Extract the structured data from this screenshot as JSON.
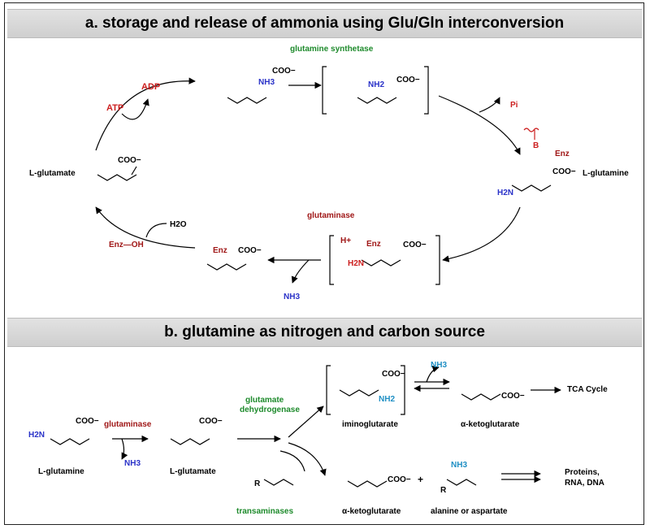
{
  "panel_a": {
    "title": "a. storage and release of ammonia using Glu/Gln interconversion",
    "enzyme_top": "glutamine synthetase",
    "enzyme_bottom": "glutaminase",
    "atp": "ATP",
    "adp": "ADP",
    "pi": "Pi",
    "l_glutamate": "L-glutamate",
    "l_glutamine": "L-glutamine",
    "nh3": "NH3",
    "h2o": "H2O",
    "enz_oh": "Enz—OH",
    "enz": "Enz",
    "base": "B",
    "h_plus": "H+",
    "coo": "COO−",
    "nh3_plus": "NH3",
    "h2n": "H2N",
    "nh2": "NH2"
  },
  "panel_b": {
    "title": "b. glutamine as nitrogen and carbon source",
    "glutaminase": "glutaminase",
    "glutamate_dehydrogenase_1": "glutamate",
    "glutamate_dehydrogenase_2": "dehydrogenase",
    "transaminases": "transaminases",
    "l_glutamine": "L-glutamine",
    "l_glutamate": "L-glutamate",
    "iminoglutarate": "iminoglutarate",
    "a_ketoglutarate_top": "α-ketoglutarate",
    "a_ketoglutarate_bottom": "α-ketoglutarate",
    "alanine_aspartate": "alanine or aspartate",
    "tca": "TCA Cycle",
    "products_1": "Proteins,",
    "products_2": "RNA, DNA",
    "nh3": "NH3",
    "plus": "+",
    "r": "R",
    "coo": "COO−",
    "h2n": "H2N",
    "nh2": "NH2"
  }
}
